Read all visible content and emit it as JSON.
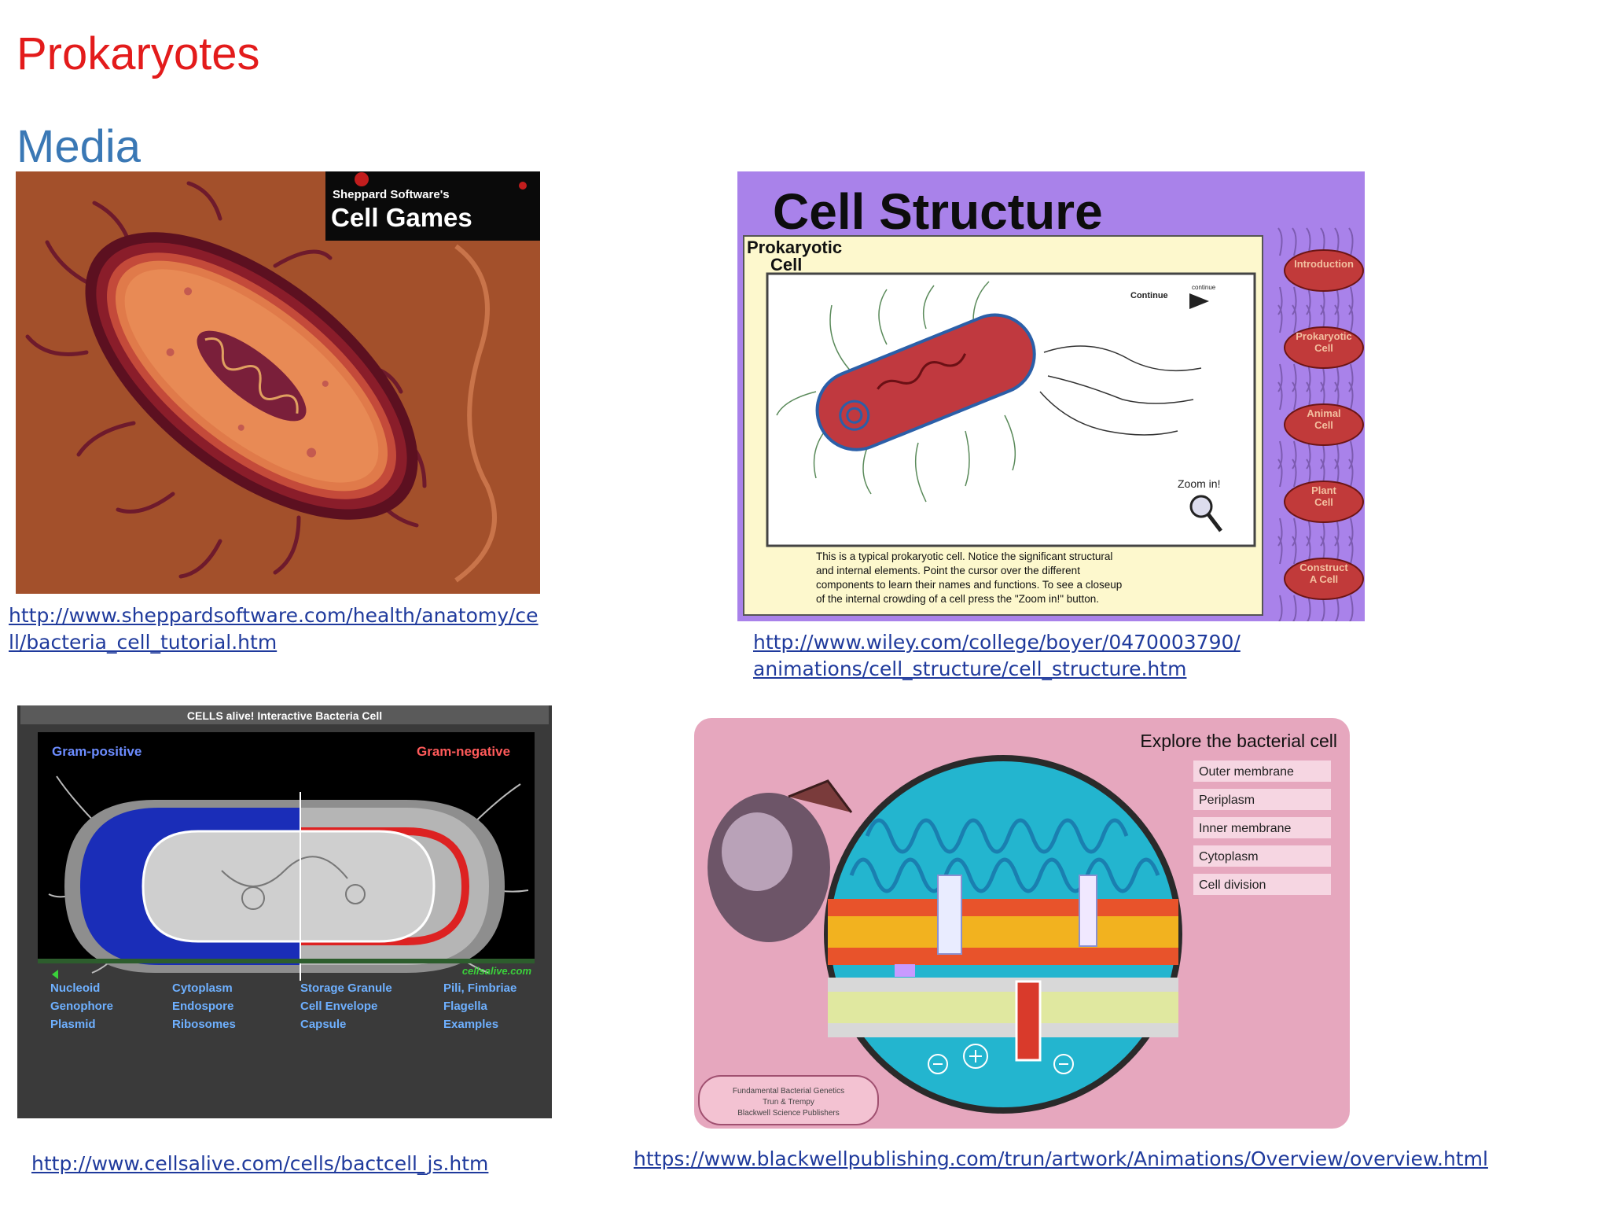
{
  "slide": {
    "title": "Prokaryotes",
    "subtitle": "Media"
  },
  "panels": {
    "cell_games": {
      "brand_small": "Sheppard Software's",
      "brand_big": "Cell Games",
      "link_line1": "http://www.sheppardsoftware.com/health/anatomy/ce",
      "link_line2": "ll/bacteria_cell_tutorial.htm"
    },
    "cell_structure": {
      "heading": "Cell Structure",
      "label_line1": "Prokaryotic",
      "label_line2": "Cell",
      "continue": "Continue",
      "continue_small": "continue",
      "zoom": "Zoom in!",
      "caption": [
        "This is a typical prokaryotic cell.  Notice the significant structural",
        "and internal elements.   Point the cursor over the different",
        "components to learn their names and functions.  To see a closeup",
        "of the internal crowding of a cell press the \"Zoom in!\" button."
      ],
      "menu": [
        [
          "Introduction"
        ],
        [
          "Prokaryotic",
          "Cell"
        ],
        [
          "Animal",
          "Cell"
        ],
        [
          "Plant",
          "Cell"
        ],
        [
          "Construct",
          "A Cell"
        ]
      ],
      "link_line1": "http://www.wiley.com/college/boyer/0470003790/",
      "link_line2": "animations/cell_structure/cell_structure.htm"
    },
    "cells_alive": {
      "header": "CELLS alive! Interactive Bacteria Cell",
      "gram_positive": "Gram-positive",
      "gram_negative": "Gram-negative",
      "site": "cellsalive.com",
      "columns": [
        [
          "Nucleoid",
          "Genophore",
          "Plasmid"
        ],
        [
          "Cytoplasm",
          "Endospore",
          "Ribosomes"
        ],
        [
          "Storage Granule",
          "Cell Envelope",
          "Capsule"
        ],
        [
          "Pili, Fimbriae",
          "Flagella",
          "Examples"
        ]
      ],
      "link": "http://www.cellsalive.com/cells/bactcell_js.htm"
    },
    "explore": {
      "heading": "Explore the bacterial cell",
      "menu": [
        "Outer membrane",
        "Periplasm",
        "Inner membrane",
        "Cytoplasm",
        "Cell division"
      ],
      "credit": [
        "Fundamental Bacterial Genetics",
        "Trun & Trempy",
        "Blackwell Science Publishers"
      ],
      "link": "https://www.blackwellpublishing.com/trun/artwork/Animations/Overview/overview.html"
    }
  },
  "colors": {
    "title": "#e31b1b",
    "subtitle": "#3a78b5",
    "link": "#1f3a9c"
  }
}
